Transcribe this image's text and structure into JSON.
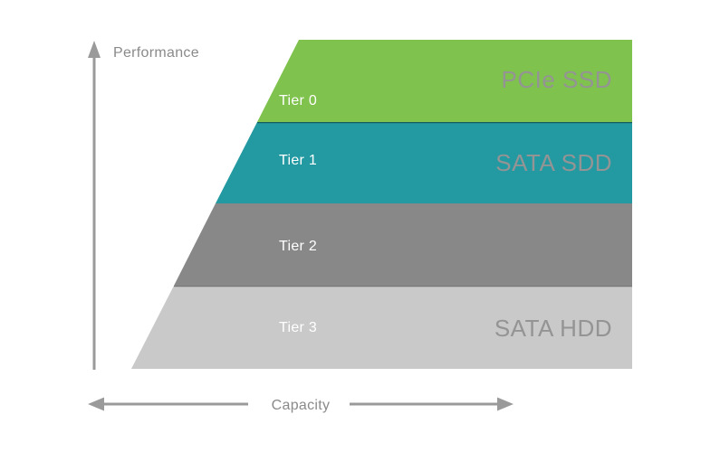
{
  "axes": {
    "y_label": "Performance",
    "x_label": "Capacity"
  },
  "tiers": [
    {
      "label": "Tier 0",
      "media": "PCIe SSD",
      "color": "#7FC24E"
    },
    {
      "label": "Tier 1",
      "media": "SATA SDD",
      "color": "#2399A2"
    },
    {
      "label": "Tier 2",
      "media": "",
      "color": "#888888"
    },
    {
      "label": "Tier 3",
      "media": "SATA HDD",
      "color": "#C9C9C9"
    }
  ],
  "colors": {
    "background": "#FFFFFF",
    "axis": "#9A9A9A",
    "axis_label": "#8A8A8A",
    "tier_label": "#FFFFFF",
    "media_label": "#949494"
  }
}
